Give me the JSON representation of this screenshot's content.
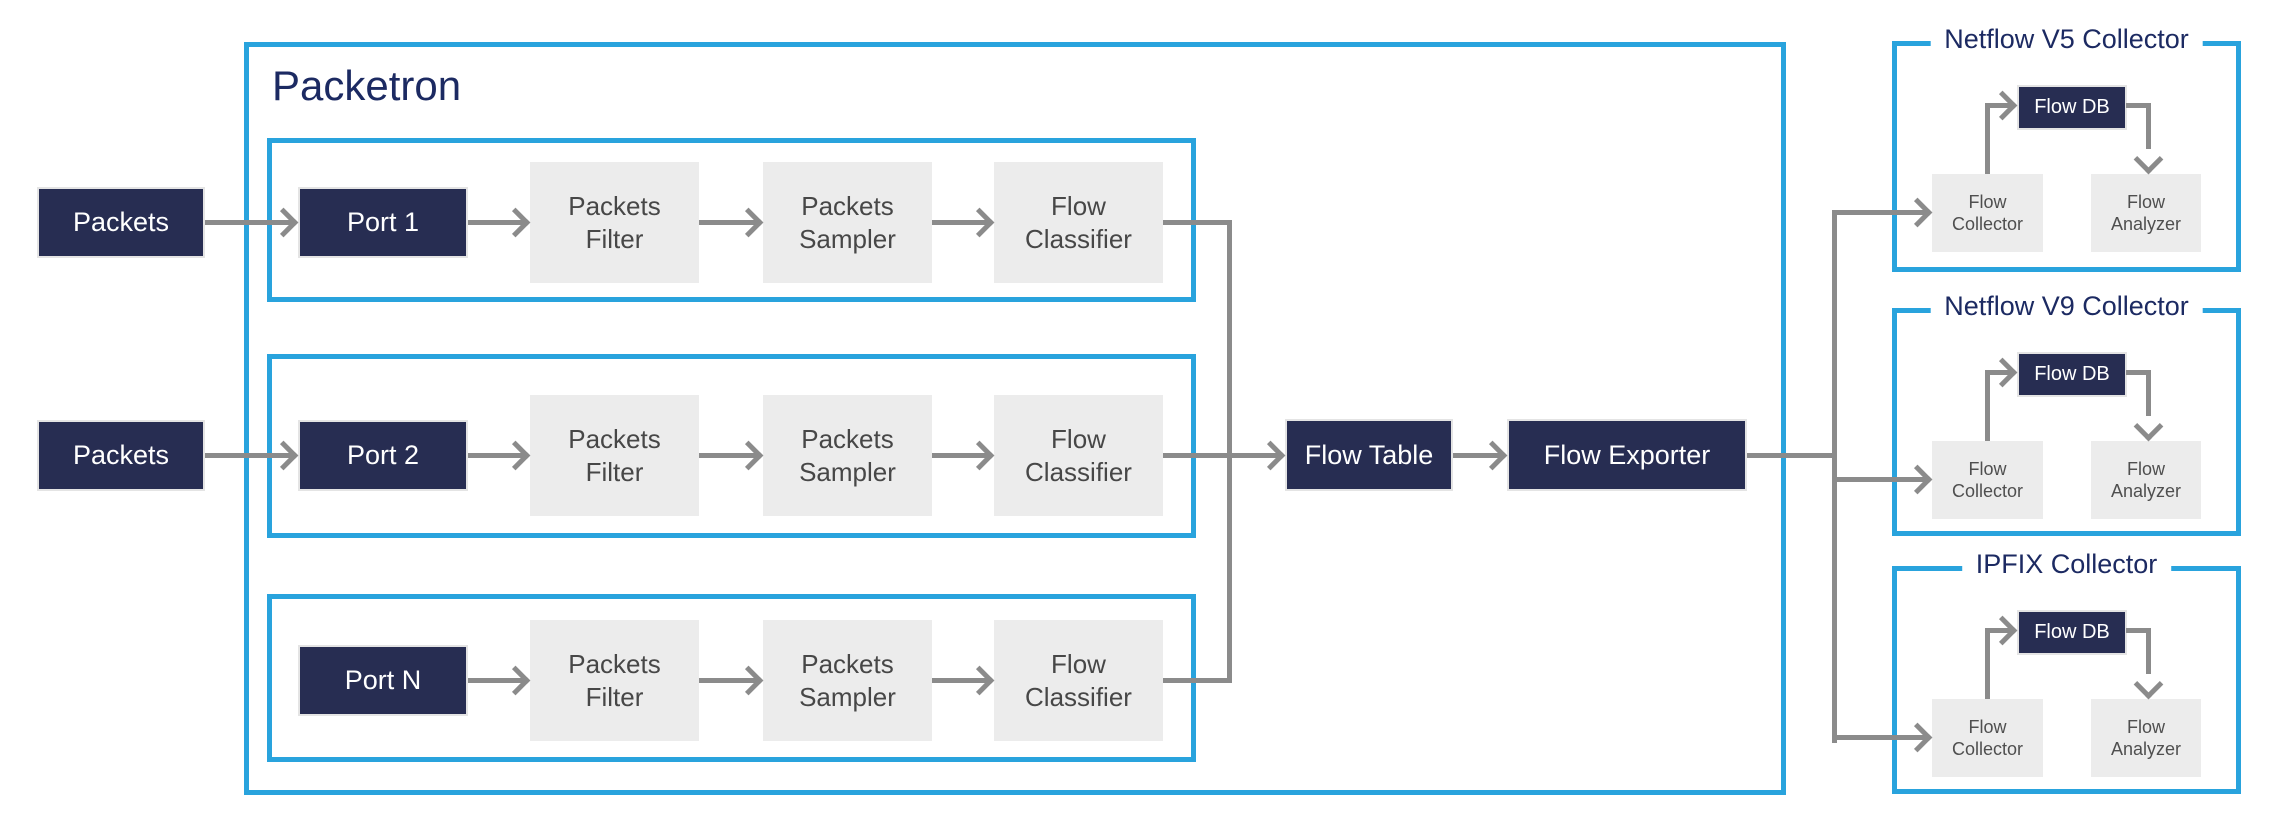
{
  "colors": {
    "node_navy": "#272d52",
    "border_blue": "#29a3dd",
    "line_gray": "#8b8b8b",
    "box_gray": "#ececec",
    "title_navy": "#1c2a62",
    "gray_text": "#474747",
    "white_text": "#ffffff"
  },
  "inputs": [
    {
      "label": "Packets"
    },
    {
      "label": "Packets"
    }
  ],
  "packetron": {
    "title": "Packetron",
    "rows": [
      {
        "port": "Port 1",
        "filter": "Packets Filter",
        "sampler": "Packets Sampler",
        "classifier": "Flow Classifier"
      },
      {
        "port": "Port 2",
        "filter": "Packets Filter",
        "sampler": "Packets Sampler",
        "classifier": "Flow Classifier"
      },
      {
        "port": "Port N",
        "filter": "Packets Filter",
        "sampler": "Packets Sampler",
        "classifier": "Flow Classifier"
      }
    ],
    "flow_table": "Flow Table",
    "flow_exporter": "Flow Exporter"
  },
  "collectors": [
    {
      "title": "Netflow V5 Collector",
      "flow_db": "Flow DB",
      "flow_collector": "Flow Collector",
      "flow_analyzer": "Flow Analyzer"
    },
    {
      "title": "Netflow V9 Collector",
      "flow_db": "Flow DB",
      "flow_collector": "Flow Collector",
      "flow_analyzer": "Flow Analyzer"
    },
    {
      "title": "IPFIX Collector",
      "flow_db": "Flow DB",
      "flow_collector": "Flow Collector",
      "flow_analyzer": "Flow Analyzer"
    }
  ]
}
